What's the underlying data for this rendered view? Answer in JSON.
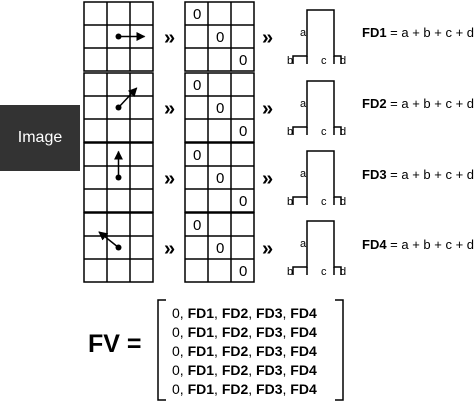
{
  "image_label": "Image",
  "chevron": "»",
  "cell_value": "0",
  "hist_labels": {
    "a": "a",
    "b": "b",
    "c": "c",
    "d": "d"
  },
  "rows": [
    {
      "fd_name": "FD1",
      "formula": " = a + b + c + d",
      "arrow": "right"
    },
    {
      "fd_name": "FD2",
      "formula": " = a + b + c + d",
      "arrow": "up-right"
    },
    {
      "fd_name": "FD3",
      "formula": " = a + b + c + d",
      "arrow": "up"
    },
    {
      "fd_name": "FD4",
      "formula": " = a + b + c + d",
      "arrow": "up-left"
    }
  ],
  "fv": {
    "label": "FV =",
    "rows": [
      {
        "lead": "0, ",
        "fd1": "FD1",
        "fd2": "FD2",
        "fd3": "FD3",
        "fd4": "FD4",
        "sep": ", "
      },
      {
        "lead": "0, ",
        "fd1": "FD1",
        "fd2": "FD2",
        "fd3": "FD3",
        "fd4": "FD4",
        "sep": ", "
      },
      {
        "lead": "0, ",
        "fd1": "FD1",
        "fd2": "FD2",
        "fd3": "FD3",
        "fd4": "FD4",
        "sep": ", "
      },
      {
        "lead": "0, ",
        "fd1": "FD1",
        "fd2": "FD2",
        "fd3": "FD3",
        "fd4": "FD4",
        "sep": ", "
      },
      {
        "lead": "0, ",
        "fd1": "FD1",
        "fd2": "FD2",
        "fd3": "FD3",
        "fd4": "FD4",
        "sep": ", "
      }
    ]
  },
  "colors": {
    "image_bg": "#333333",
    "line": "#000000"
  }
}
